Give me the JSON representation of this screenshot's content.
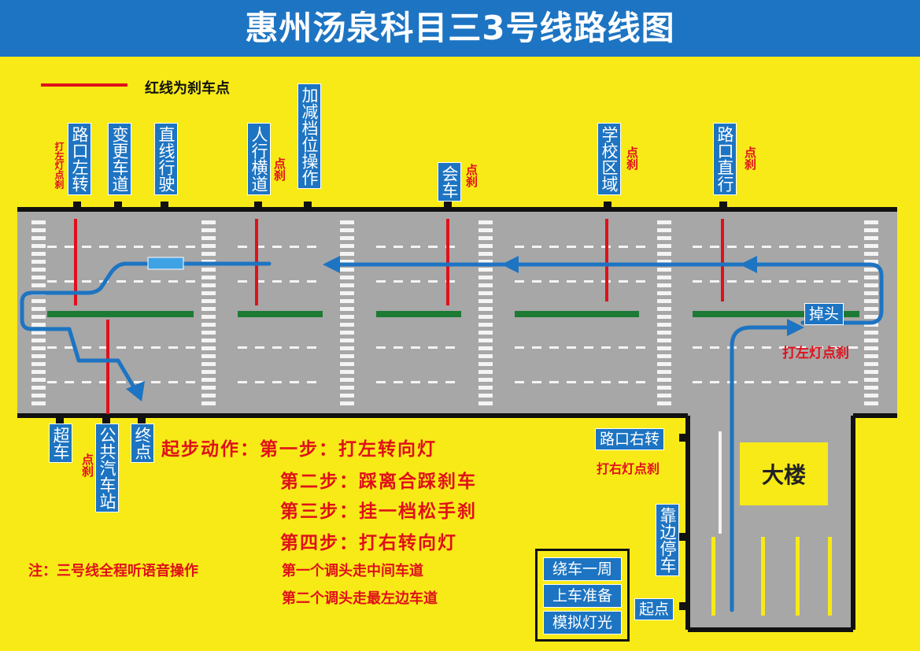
{
  "title": "惠州汤泉科目三3号线路线图",
  "legend": {
    "text": "红线为刹车点"
  },
  "colors": {
    "background": "#f7ea17",
    "road": "#a7a7a7",
    "brake_line": "#e0101a",
    "route": "#1d74c2",
    "median": "#1d7a35"
  },
  "top_labels": [
    {
      "text": "路口左转",
      "note": "打左灯点刹"
    },
    {
      "text": "变更车道"
    },
    {
      "text": "直线行驶"
    },
    {
      "text": "人行横道",
      "note": "点刹"
    },
    {
      "text": "加减档位操作"
    },
    {
      "text": "会车",
      "note": "点刹"
    },
    {
      "text": "学校区域",
      "note": "点刹"
    },
    {
      "text": "路口直行",
      "note": "点刹"
    }
  ],
  "bottom_labels": [
    {
      "text": "超车"
    },
    {
      "text": "公共汽车站",
      "note": "点刹"
    },
    {
      "text": "终点"
    }
  ],
  "uturn": {
    "label": "掉头",
    "note": "打左灯点刹"
  },
  "right_turn": {
    "label": "路口右转",
    "note": "打右灯点刹"
  },
  "pull_over": {
    "label": "靠边停车"
  },
  "start_point": {
    "label": "起点"
  },
  "building": {
    "label": "大楼"
  },
  "start_steps": [
    "起步动作：第一步：打左转向灯",
    "第二步：踩离合踩刹车",
    "第三步：挂一档松手刹",
    "第四步：打右转向灯"
  ],
  "notes": {
    "line1": "注：三号线全程听语音操作",
    "line2": "第一个调头走中间车道",
    "line3": "第二个调头走最左边车道"
  },
  "menu": [
    "绕车一周",
    "上车准备",
    "模拟灯光"
  ]
}
